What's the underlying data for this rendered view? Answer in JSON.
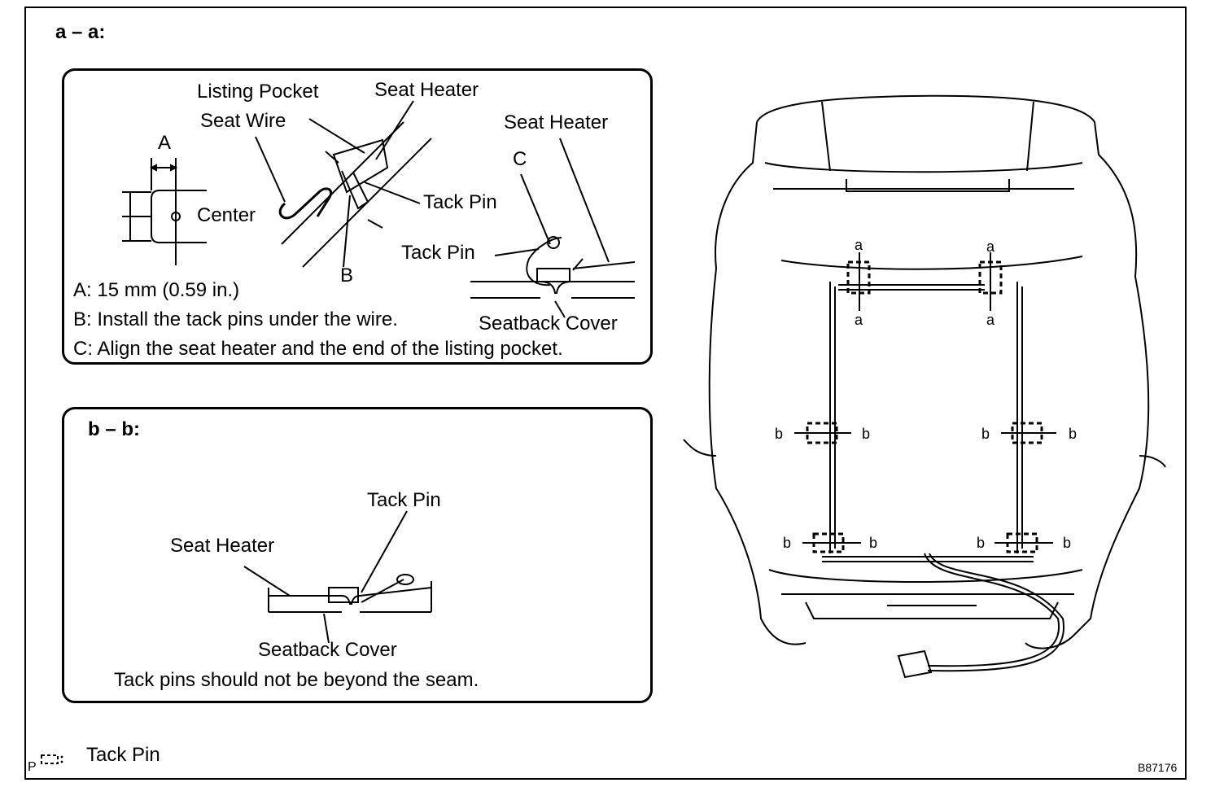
{
  "section_aa": {
    "title": "a – a:",
    "dim_label_a": "A",
    "center_label": "Center",
    "listing_pocket": "Listing Pocket",
    "seat_wire": "Seat Wire",
    "seat_heater_1": "Seat Heater",
    "seat_heater_2": "Seat Heater",
    "tack_pin_1": "Tack Pin",
    "tack_pin_2": "Tack Pin",
    "label_b": "B",
    "label_c": "C",
    "seatback_cover": "Seatback Cover",
    "note_a": "A: 15 mm (0.59 in.)",
    "note_b": "B: Install the tack pins under the wire.",
    "note_c": "C: Align the seat heater and the end of the listing pocket."
  },
  "section_bb": {
    "title": "b – b:",
    "tack_pin": "Tack Pin",
    "seat_heater": "Seat Heater",
    "seatback_cover": "Seatback Cover",
    "note": "Tack pins should not be beyond the seam."
  },
  "seat_view": {
    "a_labels": [
      "a",
      "a",
      "a",
      "a"
    ],
    "b_labels": [
      "b",
      "b",
      "b",
      "b",
      "b",
      "b",
      "b",
      "b"
    ]
  },
  "legend": {
    "prefix": "P",
    "label": "Tack Pin"
  },
  "figure_id": "B87176"
}
